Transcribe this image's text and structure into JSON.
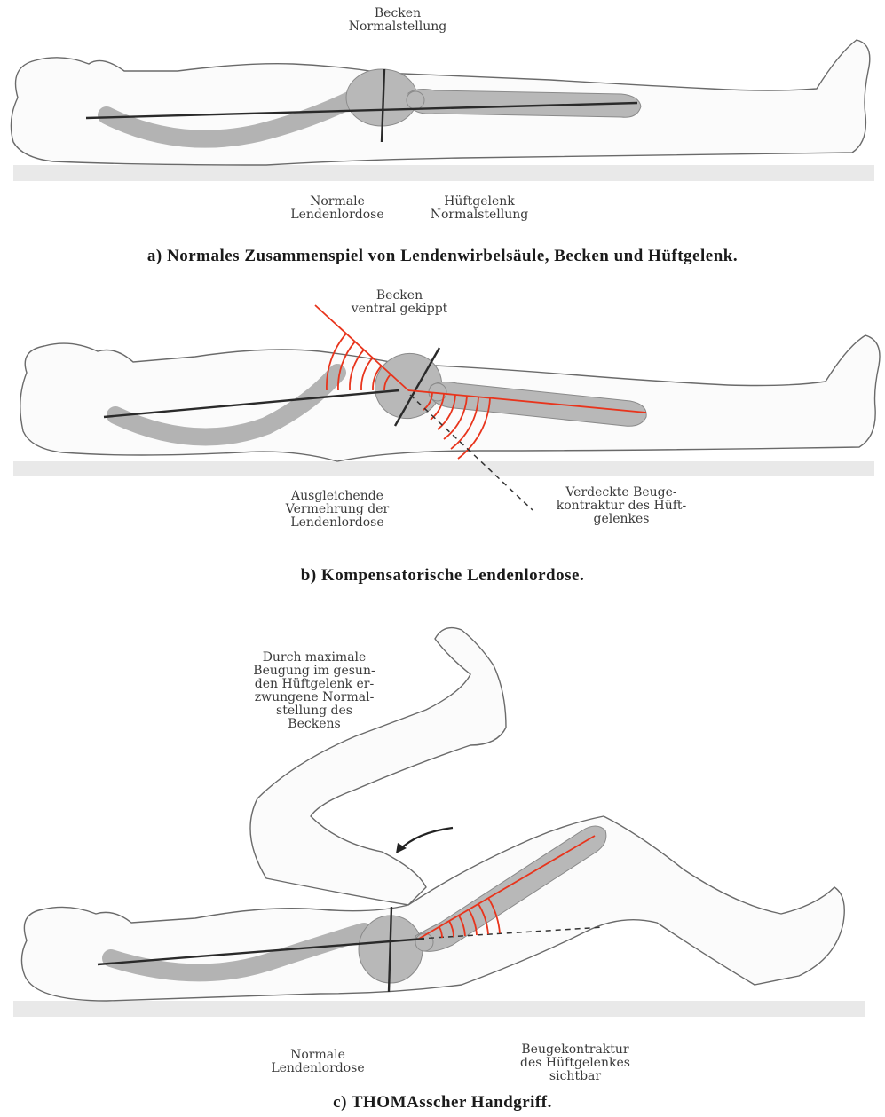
{
  "panel_a": {
    "label_top": [
      "Becken",
      "Normalstellung"
    ],
    "label_left": [
      "Normale",
      "Lendenlordose"
    ],
    "label_right": [
      "Hüftgelenk",
      "Normalstellung"
    ],
    "caption": "a) Normales Zusammenspiel von Lendenwirbelsäule, Becken und Hüftgelenk."
  },
  "panel_b": {
    "label_top": [
      "Becken",
      "ventral gekippt"
    ],
    "label_left": [
      "Ausgleichende",
      "Vermehrung der",
      "Lendenlordose"
    ],
    "label_right": [
      "Verdeckte Beuge-",
      "kontraktur des Hüft-",
      "gelenkes"
    ],
    "caption": "b) Kompensatorische Lendenlordose."
  },
  "panel_c": {
    "label_top": [
      "Durch maximale",
      "Beugung im gesun-",
      "den Hüftgelenk er-",
      "zwungene Normal-",
      "stellung des",
      "Beckens"
    ],
    "label_left": [
      "Normale",
      "Lendenlordose"
    ],
    "label_right": [
      "Beugekontraktur",
      "des Hüftgelenkes",
      "sichtbar"
    ],
    "caption": "c) THOMAsscher Handgriff."
  },
  "colors": {
    "axis": "#2a2a2a",
    "angle": "#e8341c",
    "bone": "#b8b8b8"
  }
}
